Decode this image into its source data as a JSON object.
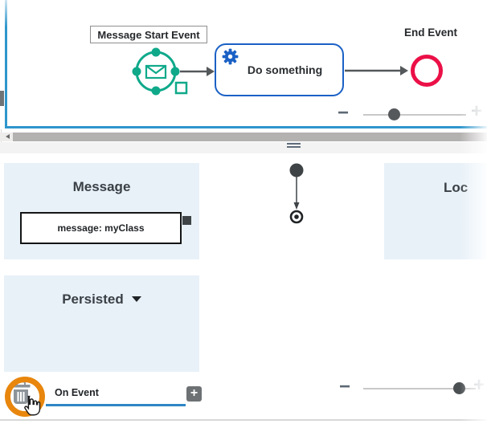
{
  "colors": {
    "canvas_border_blue": "#2e96cc",
    "task_blue": "#1b61c5",
    "start_event_green": "#0fa98a",
    "end_event_red": "#eb1047",
    "panel_light_blue": "#e8f1f8",
    "annotation_orange": "#e8860d",
    "tab_underline_blue": "#2e86c4"
  },
  "canvas": {
    "start_event_label": "Message Start Event",
    "task_label": "Do something",
    "end_event_label": "End Event"
  },
  "zoom_controls": {
    "minus_glyph": "−",
    "plus_glyph": "+"
  },
  "panels": {
    "message": {
      "title": "Message",
      "item_label": "message: myClass"
    },
    "persisted": {
      "title": "Persisted"
    },
    "local": {
      "title": "Loc"
    }
  },
  "footer": {
    "tab_label": "On Event",
    "add_button_glyph": "+"
  }
}
